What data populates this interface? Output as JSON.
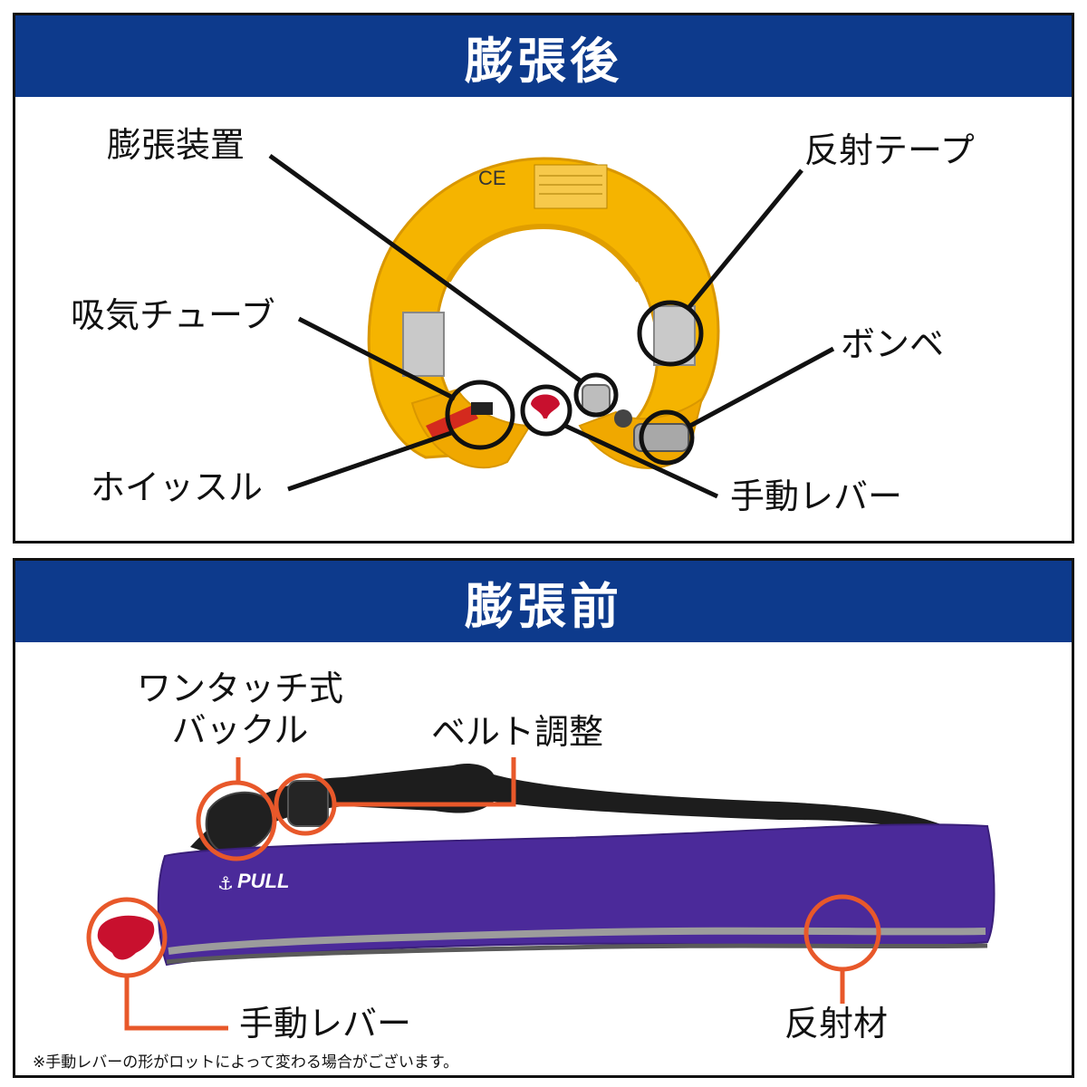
{
  "after": {
    "title": "膨張後",
    "labels": {
      "inflator": "膨張装置",
      "reflective_tape": "反射テープ",
      "inflation_tube": "吸気チューブ",
      "cylinder": "ボンベ",
      "whistle": "ホイッスル",
      "manual_lever": "手動レバー"
    },
    "product_mark": "CE"
  },
  "before": {
    "title": "膨張前",
    "labels": {
      "buckle_line1": "ワンタッチ式",
      "buckle_line2": "バックル",
      "belt_adjust": "ベルト調整",
      "manual_lever": "手動レバー",
      "reflective_material": "反射材"
    },
    "pouch_print": "PULL"
  },
  "note": "※手動レバーの形がロットによって変わる場合がございます。",
  "colors": {
    "header_bg": "#0d3a8c",
    "vest_yellow": "#f5b400",
    "pouch_purple": "#4b2a9a",
    "callout_orange": "#e8582a",
    "lever_red": "#c8102e"
  }
}
